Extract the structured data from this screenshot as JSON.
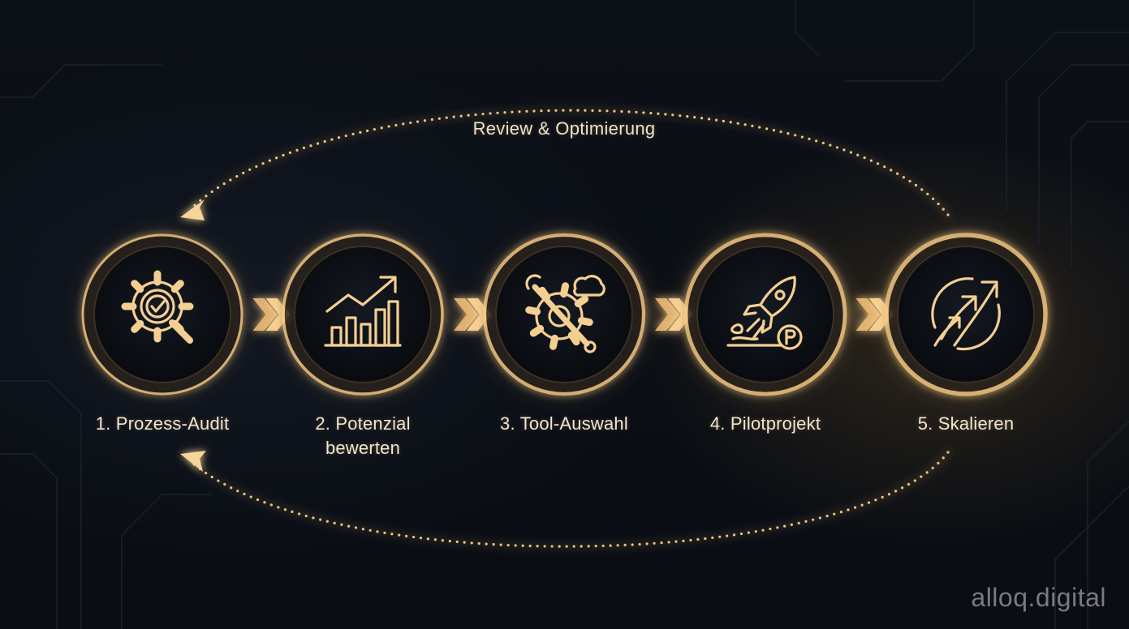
{
  "loop": {
    "label": "Review & Optimierung"
  },
  "steps": [
    {
      "label": "1. Prozess-Audit",
      "icon": "gear-magnifier-check-icon"
    },
    {
      "label": "2. Potenzial\nbewerten",
      "icon": "bar-chart-growth-icon"
    },
    {
      "label": "3. Tool-Auswahl",
      "icon": "gear-wrench-cloud-icon"
    },
    {
      "label": "4. Pilotprojekt",
      "icon": "rocket-launch-icon"
    },
    {
      "label": "5. Skalieren",
      "icon": "scaling-arrows-icon"
    }
  ],
  "brand": {
    "name": "alloq.digital"
  },
  "colors": {
    "background": "#0b0f15",
    "accent": "#f5c882",
    "glow": "#ffd89a",
    "ring_inner": "#0a0c10",
    "text": "#f2e6cf"
  }
}
